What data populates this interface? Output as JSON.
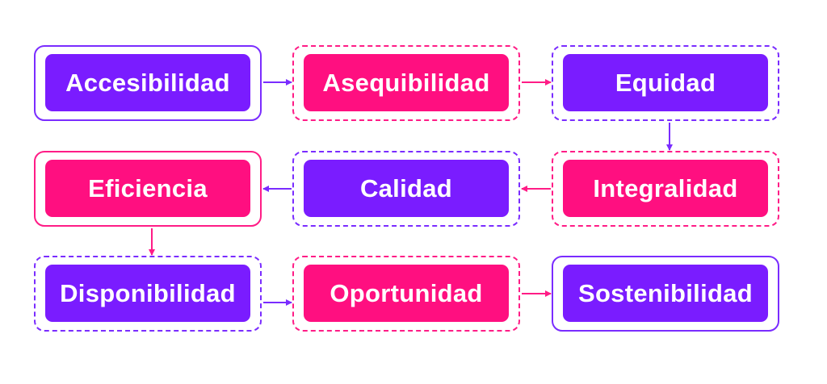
{
  "colors": {
    "purple": "#7a1cff",
    "pink": "#ff0f80"
  },
  "nodes": [
    {
      "label": "Accesibilidad",
      "color": "purple",
      "border": "solid"
    },
    {
      "label": "Asequibilidad",
      "color": "pink",
      "border": "dashed"
    },
    {
      "label": "Equidad",
      "color": "purple",
      "border": "dashed"
    },
    {
      "label": "Integralidad",
      "color": "pink",
      "border": "dashed"
    },
    {
      "label": "Calidad",
      "color": "purple",
      "border": "dashed"
    },
    {
      "label": "Eficiencia",
      "color": "pink",
      "border": "solid"
    },
    {
      "label": "Disponibilidad",
      "color": "purple",
      "border": "dashed"
    },
    {
      "label": "Oportunidad",
      "color": "pink",
      "border": "dashed"
    },
    {
      "label": "Sostenibilidad",
      "color": "purple",
      "border": "solid"
    }
  ],
  "edges": [
    {
      "from": "Accesibilidad",
      "to": "Asequibilidad"
    },
    {
      "from": "Asequibilidad",
      "to": "Equidad"
    },
    {
      "from": "Equidad",
      "to": "Integralidad"
    },
    {
      "from": "Integralidad",
      "to": "Calidad"
    },
    {
      "from": "Calidad",
      "to": "Eficiencia"
    },
    {
      "from": "Eficiencia",
      "to": "Disponibilidad"
    },
    {
      "from": "Disponibilidad",
      "to": "Oportunidad"
    },
    {
      "from": "Oportunidad",
      "to": "Sostenibilidad"
    }
  ]
}
